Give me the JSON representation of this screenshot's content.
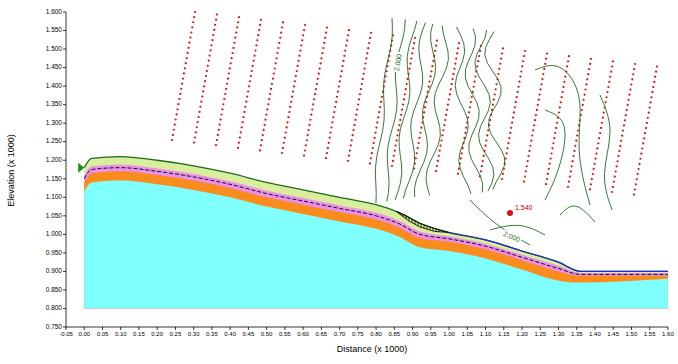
{
  "diagram": {
    "labels": [
      "2.000",
      "1.540",
      "2.000",
      "1.600",
      "1.550",
      "1.500",
      "1.450",
      "1.400",
      "1.350",
      "1.300",
      "1.250",
      "1.200",
      "1.150",
      "1.100",
      "1.050",
      "1.000",
      "0.950",
      "0.900",
      "0.850",
      "0.800",
      "0.750",
      "Elevation (x 1000)",
      "-0.05",
      "0.00",
      "0.05",
      "0.10",
      "0.15",
      "0.20",
      "0.25",
      "0.30",
      "0.35",
      "0.40",
      "0.45",
      "0.50",
      "0.55",
      "0.60",
      "0.65",
      "0.70",
      "0.75",
      "0.80",
      "0.85",
      "0.90",
      "0.95",
      "1.00",
      "1.05",
      "1.10",
      "1.15",
      "1.20",
      "1.25",
      "1.30",
      "1.35",
      "1.40",
      "1.45",
      "1.50",
      "1.55",
      "1.60",
      "Distance (x 1000)"
    ]
  }
}
